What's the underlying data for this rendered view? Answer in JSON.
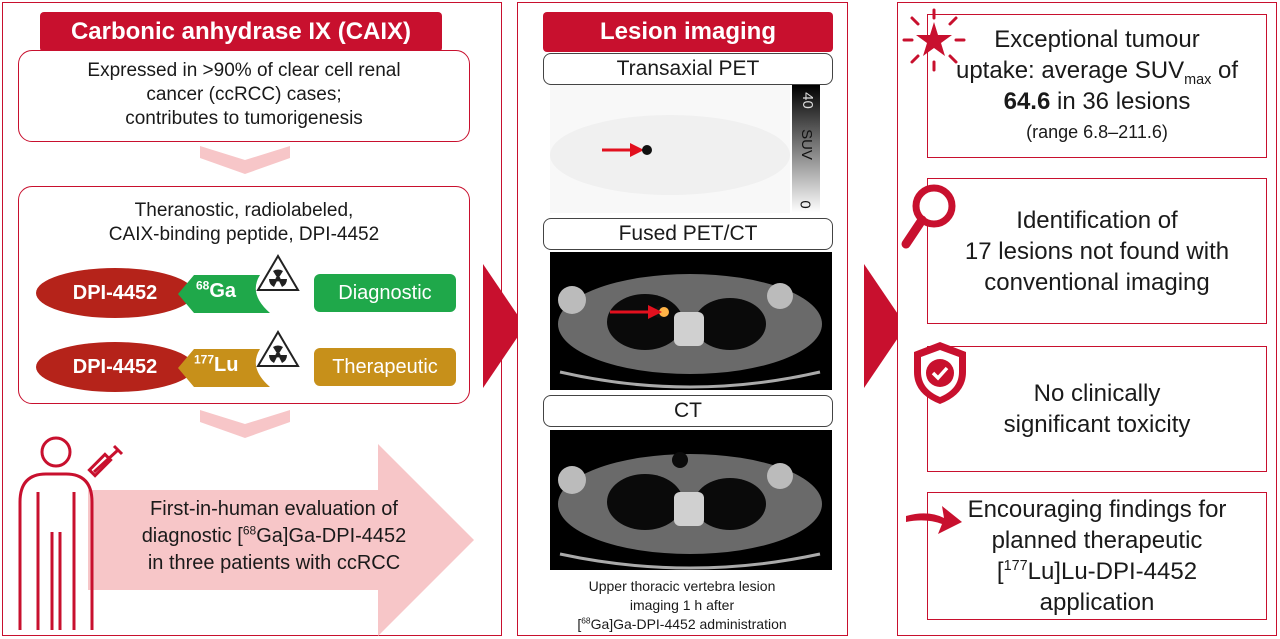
{
  "left": {
    "header": "Carbonic anhydrase IX (CAIX)",
    "box1": [
      "Expressed in >90% of clear cell renal",
      "cancer (ccRCC) cases;",
      "contributes to tumorigenesis"
    ],
    "box2": [
      "Theranostic, radiolabeled,",
      "CAIX-binding peptide, DPI-4452"
    ],
    "row1": {
      "peptide": "DPI-4452",
      "isotope_mass": "68",
      "isotope": "Ga",
      "tag": "Diagnostic"
    },
    "row2": {
      "peptide": "DPI-4452",
      "isotope_mass": "177",
      "isotope": "Lu",
      "tag": "Therapeutic"
    },
    "arrow_text": {
      "l1": "First-in-human evaluation of",
      "l2a": "diagnostic [",
      "l2sup": "68",
      "l2b": "Ga]Ga-DPI-4452",
      "l3": "in three patients with ccRCC"
    }
  },
  "middle": {
    "header": "Lesion imaging",
    "label1": "Transaxial PET",
    "label2": "Fused PET/CT",
    "label3": "CT",
    "scale_max": "40",
    "scale_unit": "SUV",
    "scale_min": "0",
    "caption": {
      "l1": "Upper thoracic vertebra lesion",
      "l2": "imaging 1 h after",
      "l3sup": "68",
      "l3": "Ga]Ga-DPI-4452 administration"
    }
  },
  "right": {
    "f1": {
      "l1": "Exceptional tumour",
      "l2a": "uptake: average SUV",
      "l2sub": "max",
      "l2b": " of",
      "l3bold": "64.6",
      "l3": " in 36 lesions",
      "l4": "(range 6.8–211.6)"
    },
    "f2": {
      "l1": "Identification of",
      "l2": "17 lesions not found with",
      "l3": "conventional imaging"
    },
    "f3": {
      "l1": "No clinically",
      "l2": "significant toxicity"
    },
    "f4": {
      "l1": "Encouraging findings for",
      "l2": "planned therapeutic",
      "l3sup": "177",
      "l3": "Lu]Lu-DPI-4452",
      "l4": "application"
    }
  },
  "colors": {
    "red": "#c8102e",
    "dark_red": "#b5231a",
    "green": "#1fa84a",
    "gold": "#c7901a",
    "pink": "#f7c6c8"
  }
}
